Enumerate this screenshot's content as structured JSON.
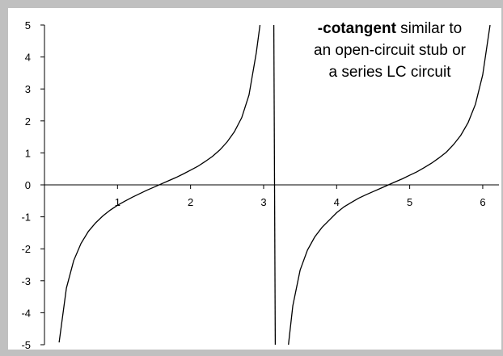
{
  "chart_data": {
    "type": "line",
    "title": "",
    "xlabel": "",
    "ylabel": "",
    "xlim": [
      0,
      6.2
    ],
    "ylim": [
      -5,
      5
    ],
    "x_ticks": [
      1,
      2,
      3,
      4,
      5,
      6
    ],
    "y_ticks": [
      5,
      4,
      3,
      2,
      1,
      0,
      -1,
      -2,
      -3,
      -4,
      -5
    ],
    "grid": false,
    "legend": "none",
    "annotation": {
      "bold": "-cotangent",
      "line1_rest": " similar to",
      "line2": "an open-circuit stub or",
      "line3": "a series LC circuit"
    },
    "series": [
      {
        "function": "-cot(x)",
        "color": "#000000",
        "segments": [
          {
            "x": [
              0.2,
              0.3,
              0.4,
              0.5,
              0.6,
              0.7,
              0.8,
              0.9,
              1.0,
              1.1,
              1.2,
              1.3,
              1.4,
              1.5,
              1.6,
              1.7,
              1.8,
              1.9,
              2.0,
              2.1,
              2.2,
              2.3,
              2.4,
              2.5,
              2.6,
              2.7,
              2.8,
              2.9,
              2.95
            ],
            "y": [
              -4.93,
              -3.23,
              -2.37,
              -1.83,
              -1.46,
              -1.19,
              -0.97,
              -0.79,
              -0.64,
              -0.51,
              -0.39,
              -0.28,
              -0.17,
              -0.07,
              0.03,
              0.13,
              0.23,
              0.34,
              0.46,
              0.58,
              0.73,
              0.89,
              1.09,
              1.34,
              1.66,
              2.1,
              2.81,
              4.13,
              5.0
            ]
          },
          {
            "x": [
              3.14,
              3.16
            ],
            "y": [
              5.0,
              -5.0
            ]
          },
          {
            "x": [
              3.34,
              3.4,
              3.5,
              3.6,
              3.7,
              3.8,
              3.9,
              4.0,
              4.1,
              4.2,
              4.3,
              4.4,
              4.5,
              4.6,
              4.7,
              4.8,
              4.9,
              5.0,
              5.1,
              5.2,
              5.3,
              5.4,
              5.5,
              5.6,
              5.7,
              5.8,
              5.9,
              6.0,
              6.1
            ],
            "y": [
              -5.0,
              -3.78,
              -2.67,
              -2.04,
              -1.63,
              -1.33,
              -1.1,
              -0.87,
              -0.69,
              -0.55,
              -0.42,
              -0.31,
              -0.21,
              -0.11,
              -0.01,
              0.09,
              0.19,
              0.3,
              0.41,
              0.54,
              0.68,
              0.84,
              1.02,
              1.26,
              1.55,
              1.95,
              2.52,
              3.44,
              5.44
            ]
          }
        ]
      }
    ]
  }
}
